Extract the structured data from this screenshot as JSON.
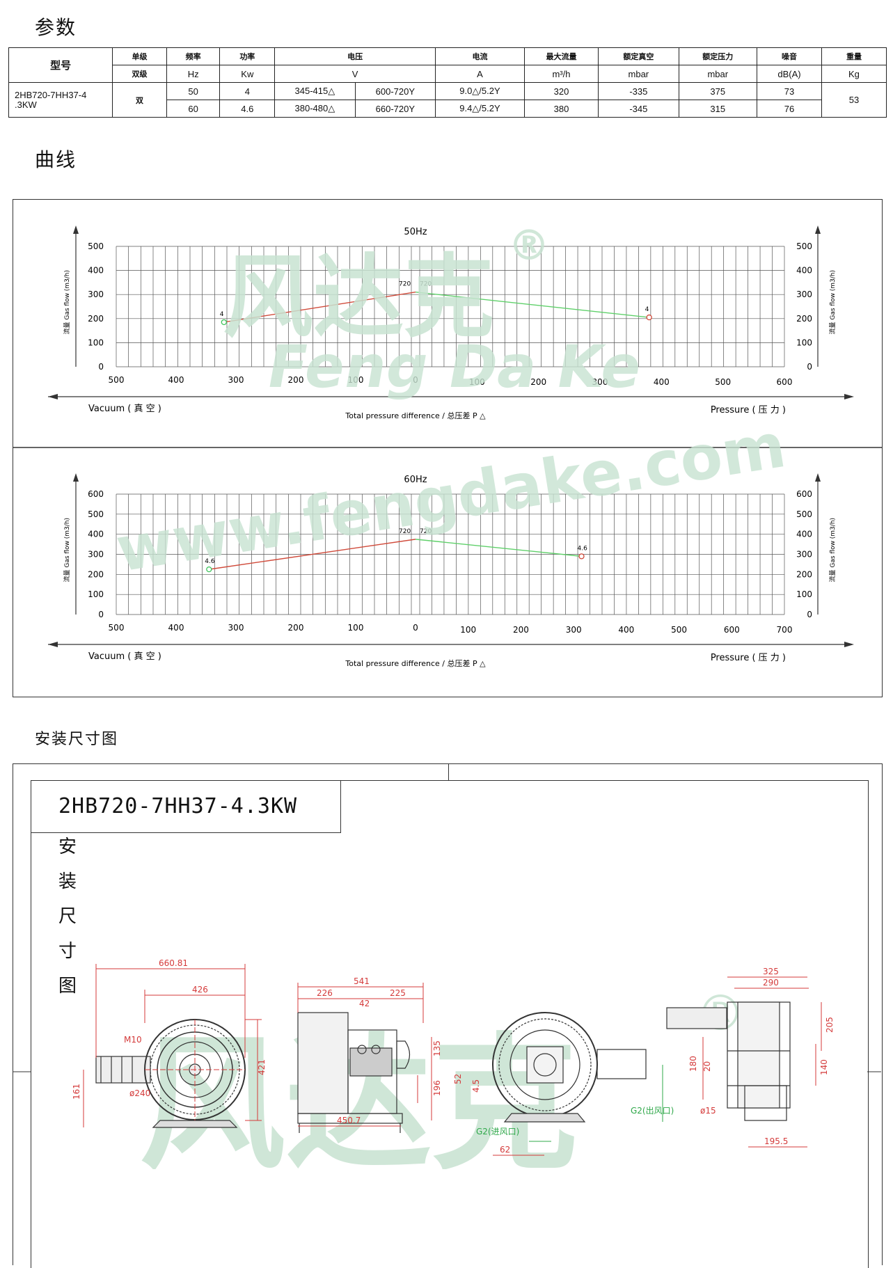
{
  "params_title": "参数",
  "curves_title": "曲线",
  "install_title": "安装尺寸图",
  "spec_table": {
    "h_model": "型号",
    "h_stage": "单级",
    "h_stage2": "双级",
    "h_freq": "频率",
    "h_power": "功率",
    "h_voltage": "电压",
    "h_current": "电流",
    "h_flow": "最大流量",
    "h_vacuum": "额定真空",
    "h_pressure": "额定压力",
    "h_noise": "噪音",
    "h_weight": "重量",
    "u_freq": "Hz",
    "u_power": "Kw",
    "u_voltage": "V",
    "u_current": "A",
    "u_flow": "m³/h",
    "u_vacuum": "mbar",
    "u_pressure": "mbar",
    "u_noise": "dB(A)",
    "u_weight": "Kg",
    "model": "2HB720-7HH37-4 .3KW",
    "stage_value": "双",
    "weight": "53",
    "rows": [
      {
        "freq": "50",
        "power": "4",
        "v1": "345-415△",
        "v2": "600-720Y",
        "current": "9.0△/5.2Y",
        "flow": "320",
        "vacuum": "-335",
        "pressure": "375",
        "noise": "73"
      },
      {
        "freq": "60",
        "power": "4.6",
        "v1": "380-480△",
        "v2": "660-720Y",
        "current": "9.4△/5.2Y",
        "flow": "380",
        "vacuum": "-345",
        "pressure": "315",
        "noise": "76"
      }
    ]
  },
  "chart_data": [
    {
      "type": "line",
      "title": "50Hz",
      "xlabel": "Total pressure difference / 总压差  P  △",
      "left_label": "Vacuum ( 真 空 )",
      "right_label": "Pressure ( 压 力 )",
      "ylabel": "流量 Gas flow (m3/h)",
      "left_x_ticks": [
        500,
        400,
        300,
        200,
        100,
        0
      ],
      "right_x_ticks": [
        100,
        200,
        300,
        400,
        500,
        600
      ],
      "y_ticks": [
        0,
        100,
        200,
        300,
        400,
        500
      ],
      "ylim": [
        0,
        500
      ],
      "left_xlim": [
        500,
        0
      ],
      "right_xlim": [
        0,
        600
      ],
      "series": [
        {
          "side": "vacuum",
          "color": "#d04a3a",
          "points": [
            {
              "x": 320,
              "y": 185,
              "label": "4"
            },
            {
              "x": 0,
              "y": 310,
              "label": "720"
            }
          ]
        },
        {
          "side": "pressure",
          "color": "#5fd06a",
          "points": [
            {
              "x": 0,
              "y": 310,
              "label": "720"
            },
            {
              "x": 380,
              "y": 205,
              "label": "4"
            }
          ]
        }
      ]
    },
    {
      "type": "line",
      "title": "60Hz",
      "xlabel": "Total pressure difference / 总压差  P  △",
      "left_label": "Vacuum ( 真 空 )",
      "right_label": "Pressure ( 压 力 )",
      "ylabel": "流量 Gas flow (m3/h)",
      "left_x_ticks": [
        500,
        400,
        300,
        200,
        100,
        0
      ],
      "right_x_ticks": [
        100,
        200,
        300,
        400,
        500,
        600,
        700
      ],
      "y_ticks": [
        0,
        100,
        200,
        300,
        400,
        500,
        600
      ],
      "ylim": [
        0,
        600
      ],
      "left_xlim": [
        500,
        0
      ],
      "right_xlim": [
        0,
        700
      ],
      "series": [
        {
          "side": "vacuum",
          "color": "#d04a3a",
          "points": [
            {
              "x": 345,
              "y": 225,
              "label": "4.6"
            },
            {
              "x": 0,
              "y": 375,
              "label": "720"
            }
          ]
        },
        {
          "side": "pressure",
          "color": "#5fd06a",
          "points": [
            {
              "x": 0,
              "y": 375,
              "label": "720"
            },
            {
              "x": 315,
              "y": 290,
              "label": "4.6"
            }
          ]
        }
      ]
    }
  ],
  "drawing": {
    "model_label": "2HB720-7HH37-4.3KW",
    "vertical_text": [
      "安",
      "装",
      "尺",
      "寸",
      "图"
    ],
    "dims": {
      "d1": "660.81",
      "d2": "426",
      "d3": "421",
      "d4": "161",
      "m10": "M10",
      "phi240": "ø240",
      "d5": "541",
      "d6": "226",
      "d7": "42",
      "d8": "225",
      "d9": "135",
      "d10": "196",
      "d11": "52",
      "d12": "4.5",
      "d13": "450.7",
      "d14": "62",
      "g2_in": "G2(进风口)",
      "g2_out": "G2(出风口)",
      "d15": "325",
      "d16": "290",
      "d17": "205",
      "d18": "180",
      "d19": "20",
      "d20": "140",
      "phi15": "ø15",
      "d21": "195.5"
    }
  },
  "watermarks": {
    "cn": "风达克",
    "reg": "®",
    "en": "Feng Da Ke",
    "url": "www.fengdake.com"
  }
}
